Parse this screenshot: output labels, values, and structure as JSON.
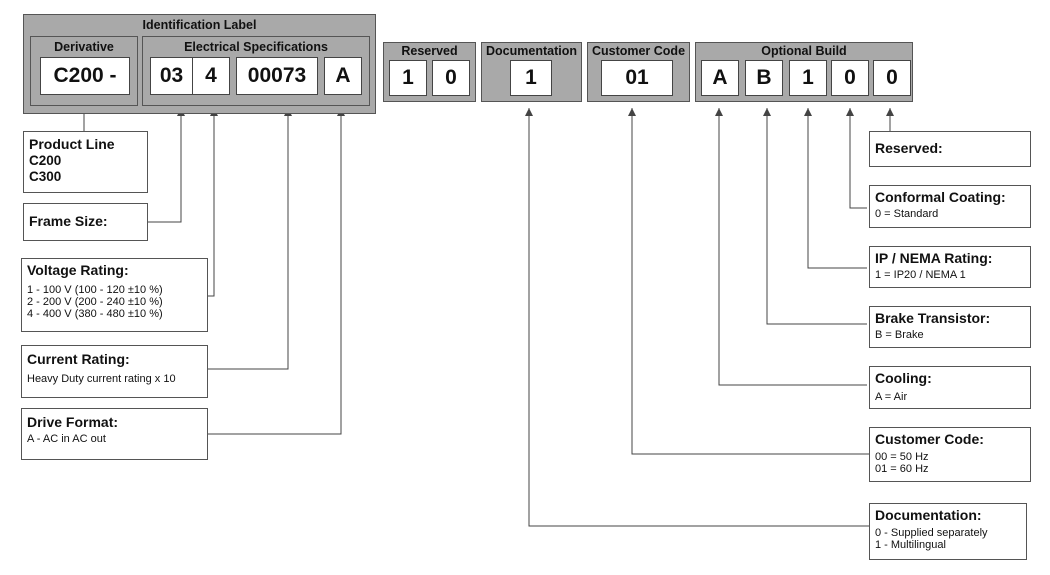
{
  "groups": {
    "identification": "Identification Label",
    "derivative": "Derivative",
    "electrical": "Electrical Specifications",
    "reserved": "Reserved",
    "documentation": "Documentation",
    "customer_code": "Customer Code",
    "optional_build": "Optional Build"
  },
  "codes": {
    "derivative": "C200 -",
    "frame": "03",
    "voltage": "4",
    "current": "00073",
    "format": "A",
    "reserved_1": "1",
    "reserved_2": "0",
    "documentation": "1",
    "customer_code": "01",
    "cooling": "A",
    "brake": "B",
    "ip": "1",
    "coating": "0",
    "reserved_opt": "0"
  },
  "labels": {
    "product_line": {
      "title": "Product Line",
      "lines": [
        "C200",
        "C300"
      ]
    },
    "frame_size": {
      "title": "Frame Size:"
    },
    "voltage_rating": {
      "title": "Voltage Rating:",
      "lines": [
        "1 - 100 V (100 - 120 ±10 %)",
        "2 - 200 V (200 - 240 ±10 %)",
        "4 - 400 V (380 - 480 ±10 %)"
      ]
    },
    "current_rating": {
      "title": "Current Rating:",
      "lines": [
        "Heavy Duty current rating x 10"
      ]
    },
    "drive_format": {
      "title": "Drive Format:",
      "lines": [
        "A - AC in AC out"
      ]
    },
    "reserved": {
      "title": "Reserved:"
    },
    "conformal_coating": {
      "title": "Conformal Coating:",
      "lines": [
        "0 = Standard"
      ]
    },
    "ip_nema": {
      "title": "IP / NEMA Rating:",
      "lines": [
        "1 = IP20 / NEMA 1"
      ]
    },
    "brake_transistor": {
      "title": "Brake Transistor:",
      "lines": [
        "B = Brake"
      ]
    },
    "cooling": {
      "title": "Cooling:",
      "lines": [
        "A = Air"
      ]
    },
    "customer_code": {
      "title": "Customer Code:",
      "lines": [
        "00 = 50 Hz",
        "01 = 60 Hz"
      ]
    },
    "documentation": {
      "title": "Documentation:",
      "lines": [
        "0 - Supplied separately",
        "1 - Multilingual"
      ]
    }
  },
  "colors": {
    "group_fill": "#a9a9a9",
    "line": "#444444"
  }
}
